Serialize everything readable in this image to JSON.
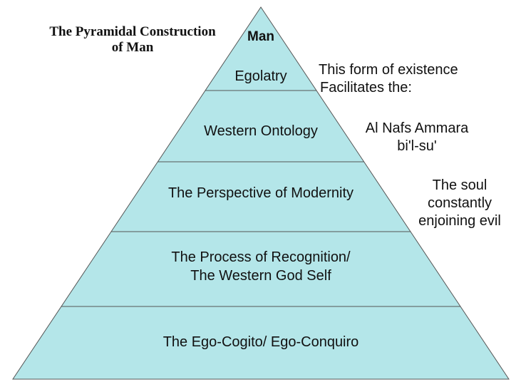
{
  "title": {
    "line1": "The Pyramidal Construction",
    "line2": "of Man"
  },
  "pyramid": {
    "apex_label": "Man",
    "levels": [
      {
        "lines": [
          "Egolatry"
        ]
      },
      {
        "lines": [
          "Western Ontology"
        ]
      },
      {
        "lines": [
          "The Perspective of Modernity"
        ]
      },
      {
        "lines": [
          "The Process of Recognition/",
          "The Western God Self"
        ]
      },
      {
        "lines": [
          "The Ego-Cogito/ Ego-Conquiro"
        ]
      }
    ],
    "fill_color": "#b4e6e9",
    "stroke_color": "#555555"
  },
  "annotations": {
    "existence": [
      "This form of existence",
      "Facilitates the:"
    ],
    "nafs": [
      "Al Nafs Ammara",
      "bi'l-su'"
    ],
    "soul": [
      "The soul",
      "constantly",
      "enjoining evil"
    ]
  }
}
